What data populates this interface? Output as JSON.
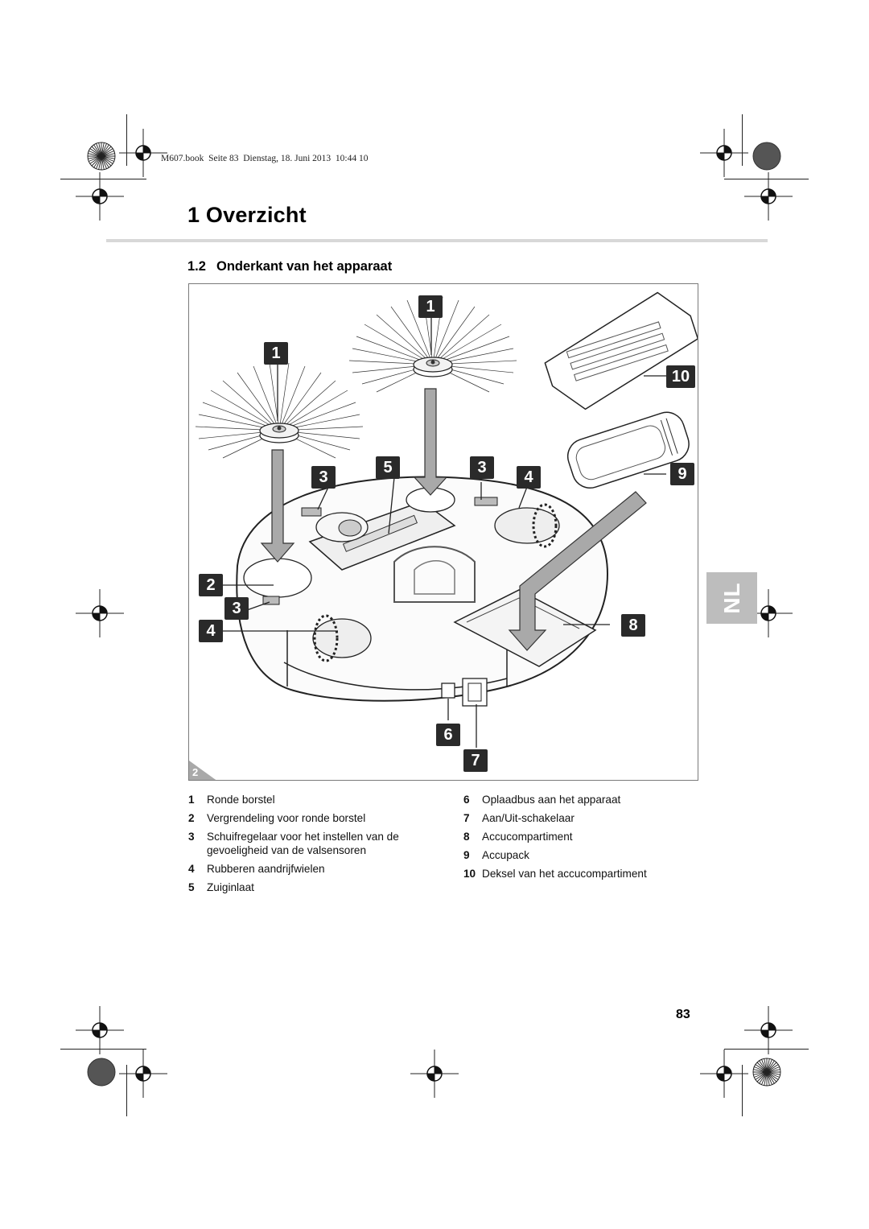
{
  "print_header": "M607.book  Seite 83  Dienstag, 18. Juni 2013  10:44 10",
  "chapter": {
    "title": "1   Overzicht"
  },
  "section": {
    "number": "1.2",
    "title": "Onderkant van het apparaat"
  },
  "figure": {
    "number": "2",
    "callouts": {
      "c1a": "1",
      "c1b": "1",
      "c2": "2",
      "c3a": "3",
      "c3b": "3",
      "c3c": "3",
      "c4a": "4",
      "c4b": "4",
      "c5": "5",
      "c6": "6",
      "c7": "7",
      "c8": "8",
      "c9": "9",
      "c10": "10"
    }
  },
  "legend": {
    "left": [
      {
        "num": "1",
        "text": "Ronde borstel"
      },
      {
        "num": "2",
        "text": "Vergrendeling voor ronde borstel"
      },
      {
        "num": "3",
        "text": "Schuifregelaar voor het instellen van de gevoeligheid van de valsensoren"
      },
      {
        "num": "4",
        "text": "Rubberen aandrijfwielen"
      },
      {
        "num": "5",
        "text": "Zuiginlaat"
      }
    ],
    "right": [
      {
        "num": "6",
        "text": "Oplaadbus aan het apparaat"
      },
      {
        "num": "7",
        "text": "Aan/Uit-schakelaar"
      },
      {
        "num": "8",
        "text": "Accucompartiment"
      },
      {
        "num": "9",
        "text": "Accupack"
      },
      {
        "num": "10",
        "text": "Deksel van het accucompartiment"
      }
    ]
  },
  "language_tab": "NL",
  "page_number": "83"
}
